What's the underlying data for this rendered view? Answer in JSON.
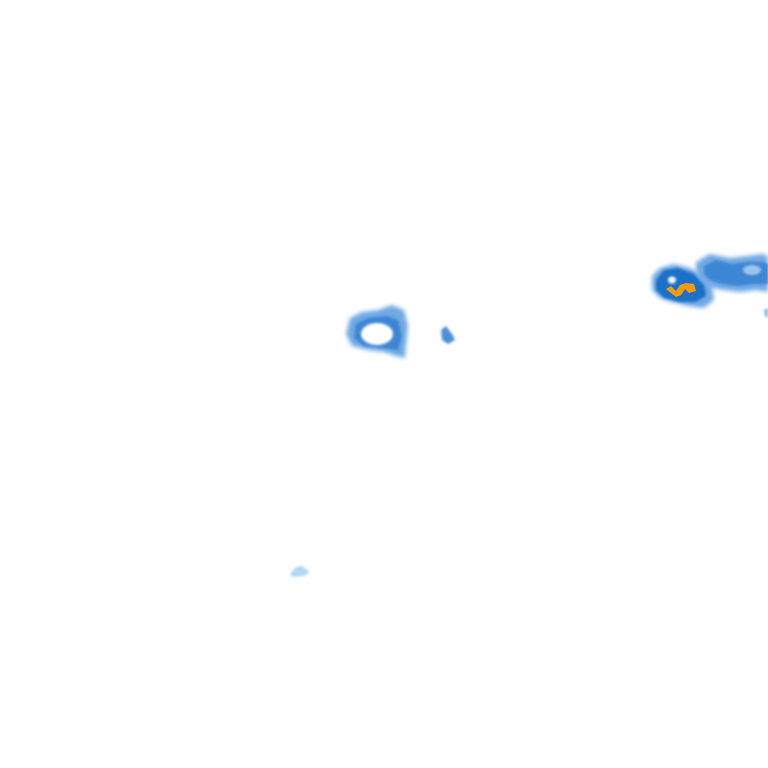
{
  "map": {
    "background_color": "#ffffff",
    "layer_type": "precipitation-radar-tile",
    "intensity_scale": {
      "very_light": "#b3d7f5",
      "light": "#7fb6e8",
      "moderate": "#4a90d9",
      "heavy": "#1f6fc7",
      "very_heavy": "#f39c12"
    },
    "echo_cells": [
      {
        "name": "small-shower-southwest",
        "max_intensity": "very_light"
      },
      {
        "name": "ring-cell-center",
        "max_intensity": "moderate"
      },
      {
        "name": "tiny-cell-center-east",
        "max_intensity": "moderate"
      },
      {
        "name": "storm-cell-east",
        "max_intensity": "very_heavy"
      },
      {
        "name": "rain-band-east-edge",
        "max_intensity": "moderate"
      }
    ]
  }
}
